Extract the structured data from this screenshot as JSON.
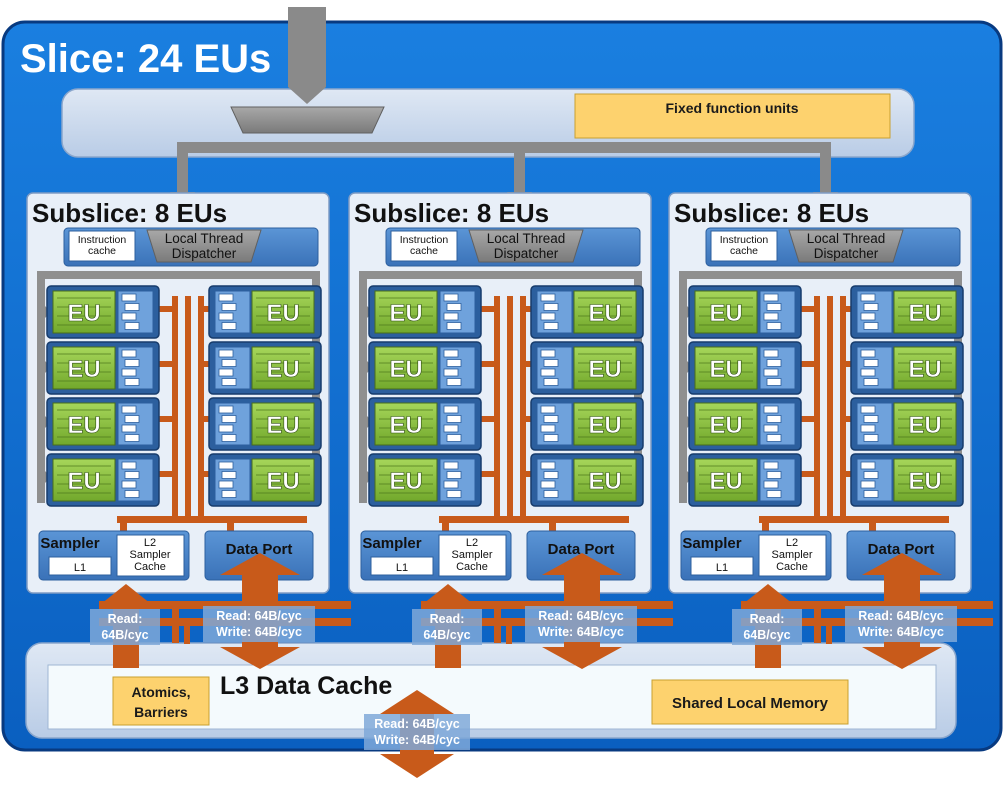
{
  "slice": {
    "title": "Slice: 24 EUs"
  },
  "fixed_function": {
    "label": "Fixed function units"
  },
  "subslices": [
    {
      "title": "Subslice: 8 EUs",
      "icache_line1": "Instruction",
      "icache_line2": "cache",
      "dispatcher_line1": "Local Thread",
      "dispatcher_line2": "Dispatcher",
      "eu_label": "EU",
      "eu_count": 8,
      "sampler": "Sampler",
      "l1": "L1",
      "l2_line1": "L2",
      "l2_line2": "Sampler",
      "l2_line3": "Cache",
      "data_port": "Data Port",
      "read_line1": "Read:",
      "read_line2": "64B/cyc",
      "rw_line1": "Read: 64B/cyc",
      "rw_line2": "Write: 64B/cyc"
    },
    {
      "title": "Subslice: 8 EUs",
      "icache_line1": "Instruction",
      "icache_line2": "cache",
      "dispatcher_line1": "Local Thread",
      "dispatcher_line2": "Dispatcher",
      "eu_label": "EU",
      "eu_count": 8,
      "sampler": "Sampler",
      "l1": "L1",
      "l2_line1": "L2",
      "l2_line2": "Sampler",
      "l2_line3": "Cache",
      "data_port": "Data Port",
      "read_line1": "Read:",
      "read_line2": "64B/cyc",
      "rw_line1": "Read: 64B/cyc",
      "rw_line2": "Write: 64B/cyc"
    },
    {
      "title": "Subslice: 8 EUs",
      "icache_line1": "Instruction",
      "icache_line2": "cache",
      "dispatcher_line1": "Local Thread",
      "dispatcher_line2": "Dispatcher",
      "eu_label": "EU",
      "eu_count": 8,
      "sampler": "Sampler",
      "l1": "L1",
      "l2_line1": "L2",
      "l2_line2": "Sampler",
      "l2_line3": "Cache",
      "data_port": "Data Port",
      "read_line1": "Read:",
      "read_line2": "64B/cyc",
      "rw_line1": "Read: 64B/cyc",
      "rw_line2": "Write: 64B/cyc"
    }
  ],
  "l3": {
    "title": "L3 Data Cache",
    "atomics_line1": "Atomics,",
    "atomics_line2": "Barriers",
    "slm": "Shared Local Memory",
    "rw_line1": "Read: 64B/cyc",
    "rw_line2": "Write: 64B/cyc"
  },
  "colors": {
    "slice_bg": "#0a6bd0",
    "slice_border": "#0a3f8a",
    "panel_light": "#c5d6ec",
    "subslice_bg": "#e8eff8",
    "eu_green": "#8dc63f",
    "eu_frame": "#2f6bb0",
    "orange": "#c85a1a",
    "gold": "#fdd26e",
    "l3_bg": "#f4fafd"
  }
}
